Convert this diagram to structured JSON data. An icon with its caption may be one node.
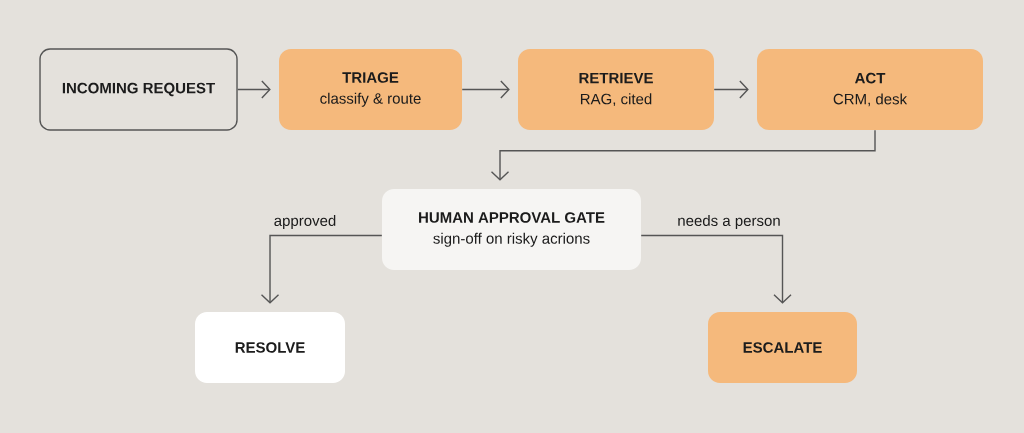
{
  "diagram": {
    "nodes": [
      {
        "text": [
          "INCOMING REQUEST"
        ]
      },
      {
        "text": [
          "TRIAGE",
          "classify & route"
        ]
      },
      {
        "text": [
          "RETRIEVE",
          "RAG, cited"
        ]
      },
      {
        "text": [
          "ACT",
          "CRM, desk"
        ]
      },
      {
        "text": [
          "HUMAN APPROVAL GATE",
          "sign-off on risky acrions"
        ]
      },
      {
        "text": [
          "RESOLVE"
        ]
      },
      {
        "text": [
          "ESCALATE"
        ]
      }
    ],
    "edges": [
      {
        "from": 0,
        "to": 1,
        "arrow": "to"
      },
      {
        "from": 1,
        "to": 2,
        "arrow": "to"
      },
      {
        "from": 2,
        "to": 3,
        "arrow": "to"
      },
      {
        "from": 3,
        "to": 4,
        "arrow": "to"
      },
      {
        "from": 4,
        "to": 5,
        "arrow": "to",
        "label": "approved"
      },
      {
        "from": 4,
        "to": 6,
        "arrow": "to",
        "label": "needs a person"
      }
    ]
  }
}
